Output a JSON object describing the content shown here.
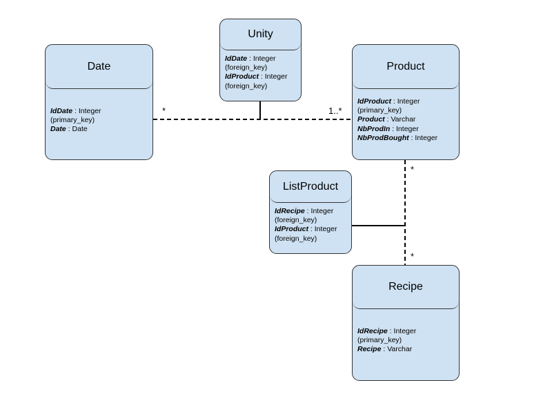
{
  "classes": {
    "date": {
      "name": "Date",
      "attributes": [
        {
          "name": "IdDate",
          "sep": " : ",
          "type": "Integer"
        },
        {
          "name": "",
          "sep": "",
          "type": "(primary_key)"
        },
        {
          "name": "Date",
          "sep": " : ",
          "type": "Date"
        }
      ]
    },
    "unity": {
      "name": "Unity",
      "attributes": [
        {
          "name": "IdDate",
          "sep": " : ",
          "type": "Integer"
        },
        {
          "name": "",
          "sep": "",
          "type": "(foreign_key)"
        },
        {
          "name": "IdProduct",
          "sep": " : ",
          "type": "Integer"
        },
        {
          "name": "",
          "sep": "",
          "type": "(foreign_key)"
        }
      ]
    },
    "product": {
      "name": "Product",
      "attributes": [
        {
          "name": "IdProduct",
          "sep": " : ",
          "type": "Integer"
        },
        {
          "name": "",
          "sep": "",
          "type": "(primary_key)"
        },
        {
          "name": "Product",
          "sep": " : ",
          "type": "Varchar"
        },
        {
          "name": "NbProdIn",
          "sep": " : ",
          "type": "Integer"
        },
        {
          "name": "NbProdBought",
          "sep": " : ",
          "type": "Integer"
        }
      ]
    },
    "listproduct": {
      "name": "ListProduct",
      "attributes": [
        {
          "name": "IdRecipe",
          "sep": " : ",
          "type": "Integer"
        },
        {
          "name": "",
          "sep": "",
          "type": "(foreign_key)"
        },
        {
          "name": "IdProduct",
          "sep": " : ",
          "type": "Integer"
        },
        {
          "name": "",
          "sep": "",
          "type": "(foreign_key)"
        }
      ]
    },
    "recipe": {
      "name": "Recipe",
      "attributes": [
        {
          "name": "IdRecipe",
          "sep": " : ",
          "type": "Integer"
        },
        {
          "name": "",
          "sep": "",
          "type": "(primary_key)"
        },
        {
          "name": "Recipe",
          "sep": " : ",
          "type": "Varchar"
        }
      ]
    }
  },
  "multiplicities": {
    "date_unity": "*",
    "product_unity": "1..*",
    "product_recipe_top": "*",
    "product_recipe_bottom": "*"
  }
}
